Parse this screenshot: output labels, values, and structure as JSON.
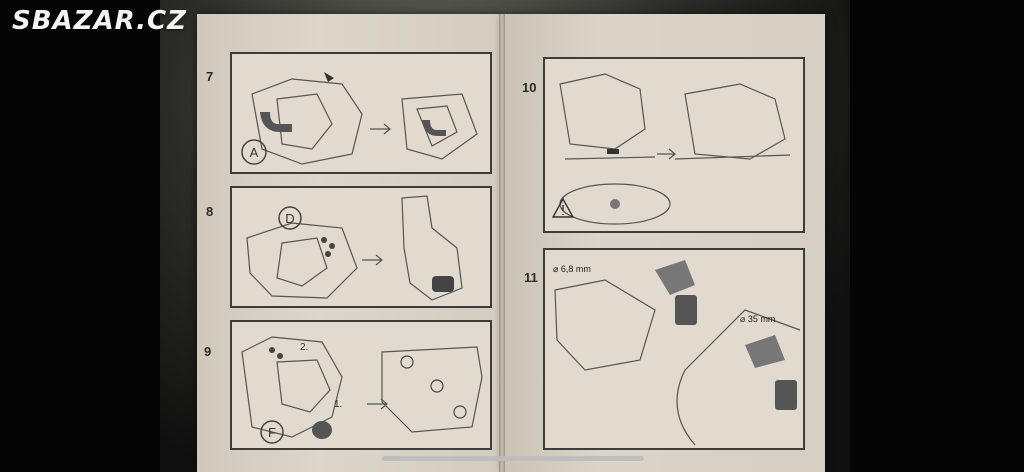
{
  "watermark": {
    "text": "SBAZAR.CZ"
  },
  "steps": [
    {
      "number": "7",
      "labels": [
        "A"
      ]
    },
    {
      "number": "8",
      "labels": [
        "D"
      ]
    },
    {
      "number": "9",
      "labels": [
        "2.",
        "1.",
        "F"
      ]
    },
    {
      "number": "10",
      "labels": []
    },
    {
      "number": "11",
      "labels": [
        "⌀ 6,8 mm",
        "⌀ 35 mm"
      ]
    }
  ]
}
